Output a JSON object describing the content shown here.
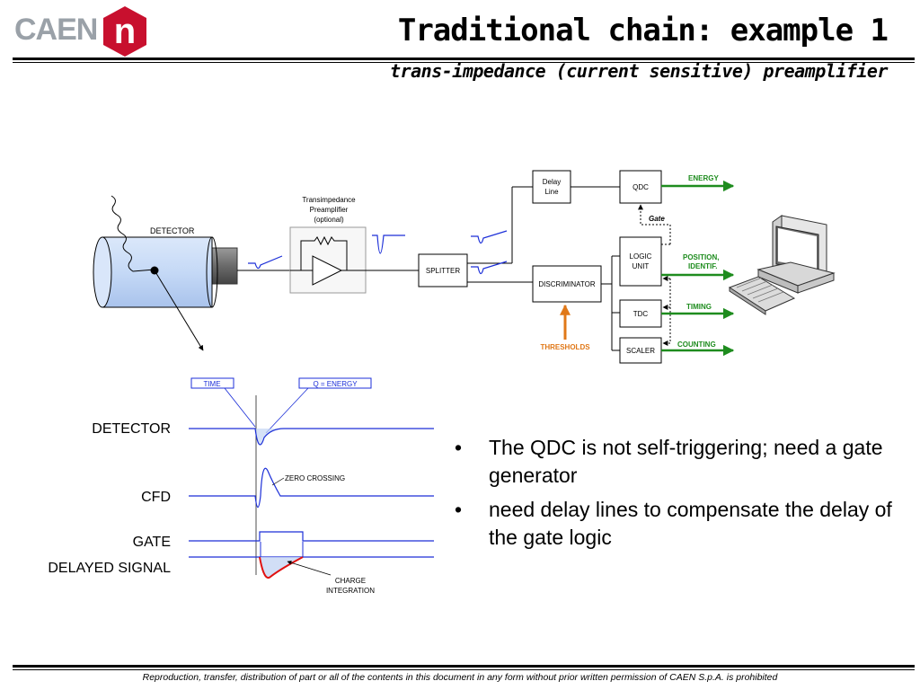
{
  "header": {
    "logo_text": "CAEN",
    "logo_letter": "n",
    "title": "Traditional chain: example 1",
    "subtitle": "trans-impedance (current sensitive) preamplifier"
  },
  "block_diagram": {
    "detector_label": "DETECTOR",
    "preamp_label_lines": [
      "Transimpedance",
      "Preamplifier",
      "(optional)"
    ],
    "splitter": "SPLITTER",
    "delay_line_lines": [
      "Delay",
      "Line"
    ],
    "discriminator": "DISCRIMINATOR",
    "thresholds": "THRESHOLDS",
    "qdc": "QDC",
    "gate": "Gate",
    "logic_unit_lines": [
      "LOGIC",
      "UNIT"
    ],
    "tdc": "TDC",
    "scaler": "SCALER",
    "outputs": {
      "energy": "ENERGY",
      "position_lines": [
        "POSITION,",
        "IDENTIF."
      ],
      "timing": "TIMING",
      "counting": "COUNTING"
    }
  },
  "timing_diagram": {
    "time_box": "TIME",
    "energy_box": "Q = ENERGY",
    "rows": {
      "detector": "DETECTOR",
      "cfd": "CFD",
      "gate": "GATE",
      "delayed": "DELAYED SIGNAL"
    },
    "zero_crossing": "ZERO CROSSING",
    "charge_integration_lines": [
      "CHARGE",
      "INTEGRATION"
    ]
  },
  "bullets": [
    "The QDC is not self-triggering; need a gate generator",
    "need delay lines to compensate the delay of the gate logic"
  ],
  "footer": "Reproduction, transfer, distribution of part or all of the contents in this document in any form without prior written permission of  CAEN S.p.A. is prohibited",
  "colors": {
    "green": "#1e8c1e",
    "blue": "#1c2fd8",
    "red": "#e01010",
    "orange": "#e07818",
    "logo_red": "#c8102e",
    "logo_gray": "#9aa1a8"
  }
}
